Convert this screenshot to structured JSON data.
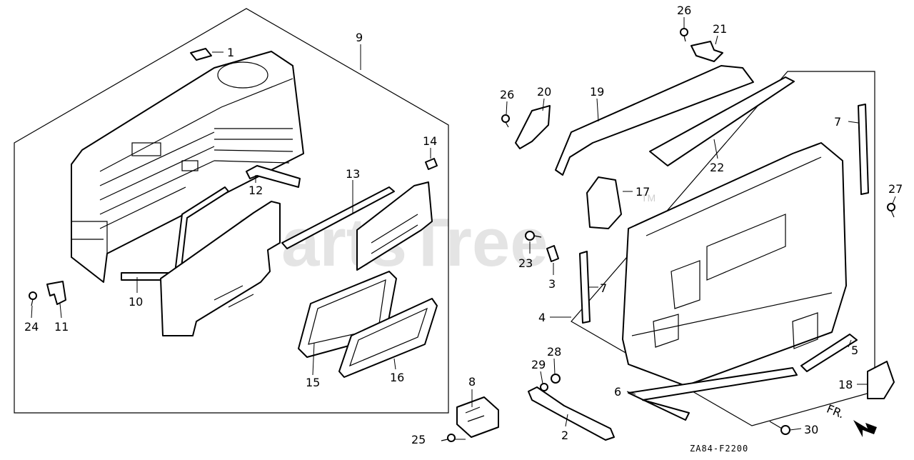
{
  "diagram": {
    "code": "ZA84-F2200",
    "watermark": "PartsTree",
    "trademark": "TM",
    "front_arrow_label": "FR."
  },
  "callouts": [
    {
      "id": "c1",
      "label": "1"
    },
    {
      "id": "c2",
      "label": "2"
    },
    {
      "id": "c3",
      "label": "3"
    },
    {
      "id": "c4",
      "label": "4"
    },
    {
      "id": "c5",
      "label": "5"
    },
    {
      "id": "c6",
      "label": "6"
    },
    {
      "id": "c7a",
      "label": "7"
    },
    {
      "id": "c7b",
      "label": "7"
    },
    {
      "id": "c8",
      "label": "8"
    },
    {
      "id": "c9",
      "label": "9"
    },
    {
      "id": "c10",
      "label": "10"
    },
    {
      "id": "c11",
      "label": "11"
    },
    {
      "id": "c12",
      "label": "12"
    },
    {
      "id": "c13",
      "label": "13"
    },
    {
      "id": "c14",
      "label": "14"
    },
    {
      "id": "c15",
      "label": "15"
    },
    {
      "id": "c16",
      "label": "16"
    },
    {
      "id": "c17",
      "label": "17"
    },
    {
      "id": "c18",
      "label": "18"
    },
    {
      "id": "c19",
      "label": "19"
    },
    {
      "id": "c20",
      "label": "20"
    },
    {
      "id": "c21",
      "label": "21"
    },
    {
      "id": "c22",
      "label": "22"
    },
    {
      "id": "c23",
      "label": "23"
    },
    {
      "id": "c24",
      "label": "24"
    },
    {
      "id": "c25",
      "label": "25"
    },
    {
      "id": "c26a",
      "label": "26"
    },
    {
      "id": "c26b",
      "label": "26"
    },
    {
      "id": "c27",
      "label": "27"
    },
    {
      "id": "c28",
      "label": "28"
    },
    {
      "id": "c29",
      "label": "29"
    },
    {
      "id": "c30",
      "label": "30"
    }
  ]
}
